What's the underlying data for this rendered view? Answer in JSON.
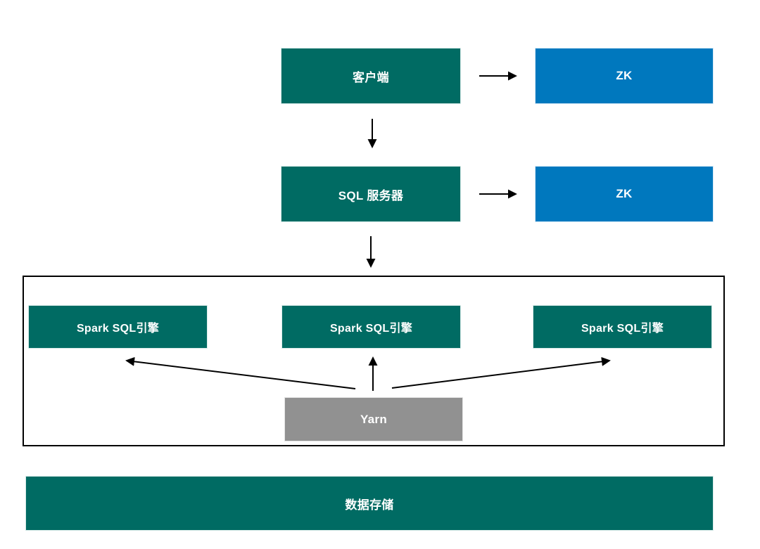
{
  "diagram": {
    "nodes": {
      "client": {
        "label": "客户端"
      },
      "zk_top": {
        "label": "ZK"
      },
      "sql_server": {
        "label": "SQL 服务器"
      },
      "zk_mid": {
        "label": "ZK"
      },
      "engines": [
        {
          "label": "Spark SQL引擎"
        },
        {
          "label": "Spark SQL引擎"
        },
        {
          "label": "Spark SQL引擎"
        }
      ],
      "yarn": {
        "label": "Yarn"
      },
      "storage": {
        "label": "数据存储"
      }
    },
    "edges": [
      {
        "from": "client",
        "to": "zk_top"
      },
      {
        "from": "client",
        "to": "sql_server"
      },
      {
        "from": "sql_server",
        "to": "zk_mid"
      },
      {
        "from": "sql_server",
        "to": "engine-cluster"
      },
      {
        "from": "yarn",
        "to": "engine-left"
      },
      {
        "from": "yarn",
        "to": "engine-middle"
      },
      {
        "from": "yarn",
        "to": "engine-right"
      }
    ],
    "colors": {
      "teal": "#006B63",
      "blue": "#0078BE",
      "gray": "#919191",
      "arrow": "#000000",
      "container_border": "#000000",
      "background": "#FFFFFF"
    }
  }
}
